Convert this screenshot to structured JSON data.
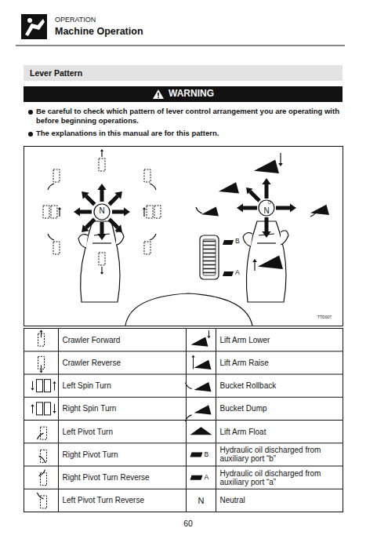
{
  "diagram": {
    "title": "Machine Operation",
    "nodes": [
      {
        "text": [
          "Lever Pattern"
        ]
      },
      {
        "text": [
          "WARNING"
        ]
      }
    ],
    "labels": [
      "OPERATION",
      "Be careful to check which pattern of lever control arrangement you are operating with before beginning operations.",
      "The explanations in this manual are for this pattern.",
      "N",
      "O",
      "N",
      "B",
      "A",
      "TTD007",
      "Crawler Forward",
      "Lift Arm Lower",
      "Crawler Reverse",
      "Lift Arm Raise",
      "Left Spin Turn",
      "Bucket Rollback",
      "Right Spin Turn",
      "Bucket Dump",
      "Left Pivot Turn",
      "Lift Arm Float",
      "Right Pivot Turn",
      "B",
      "Hydraulic oil discharged from auxiliary port “b”",
      "Right Pivot Turn Reverse",
      "A",
      "Hydraulic oil discharged from auxiliary port “a”",
      "Left Pivot Turn Reverse",
      "N",
      "Neutral",
      "60"
    ]
  }
}
